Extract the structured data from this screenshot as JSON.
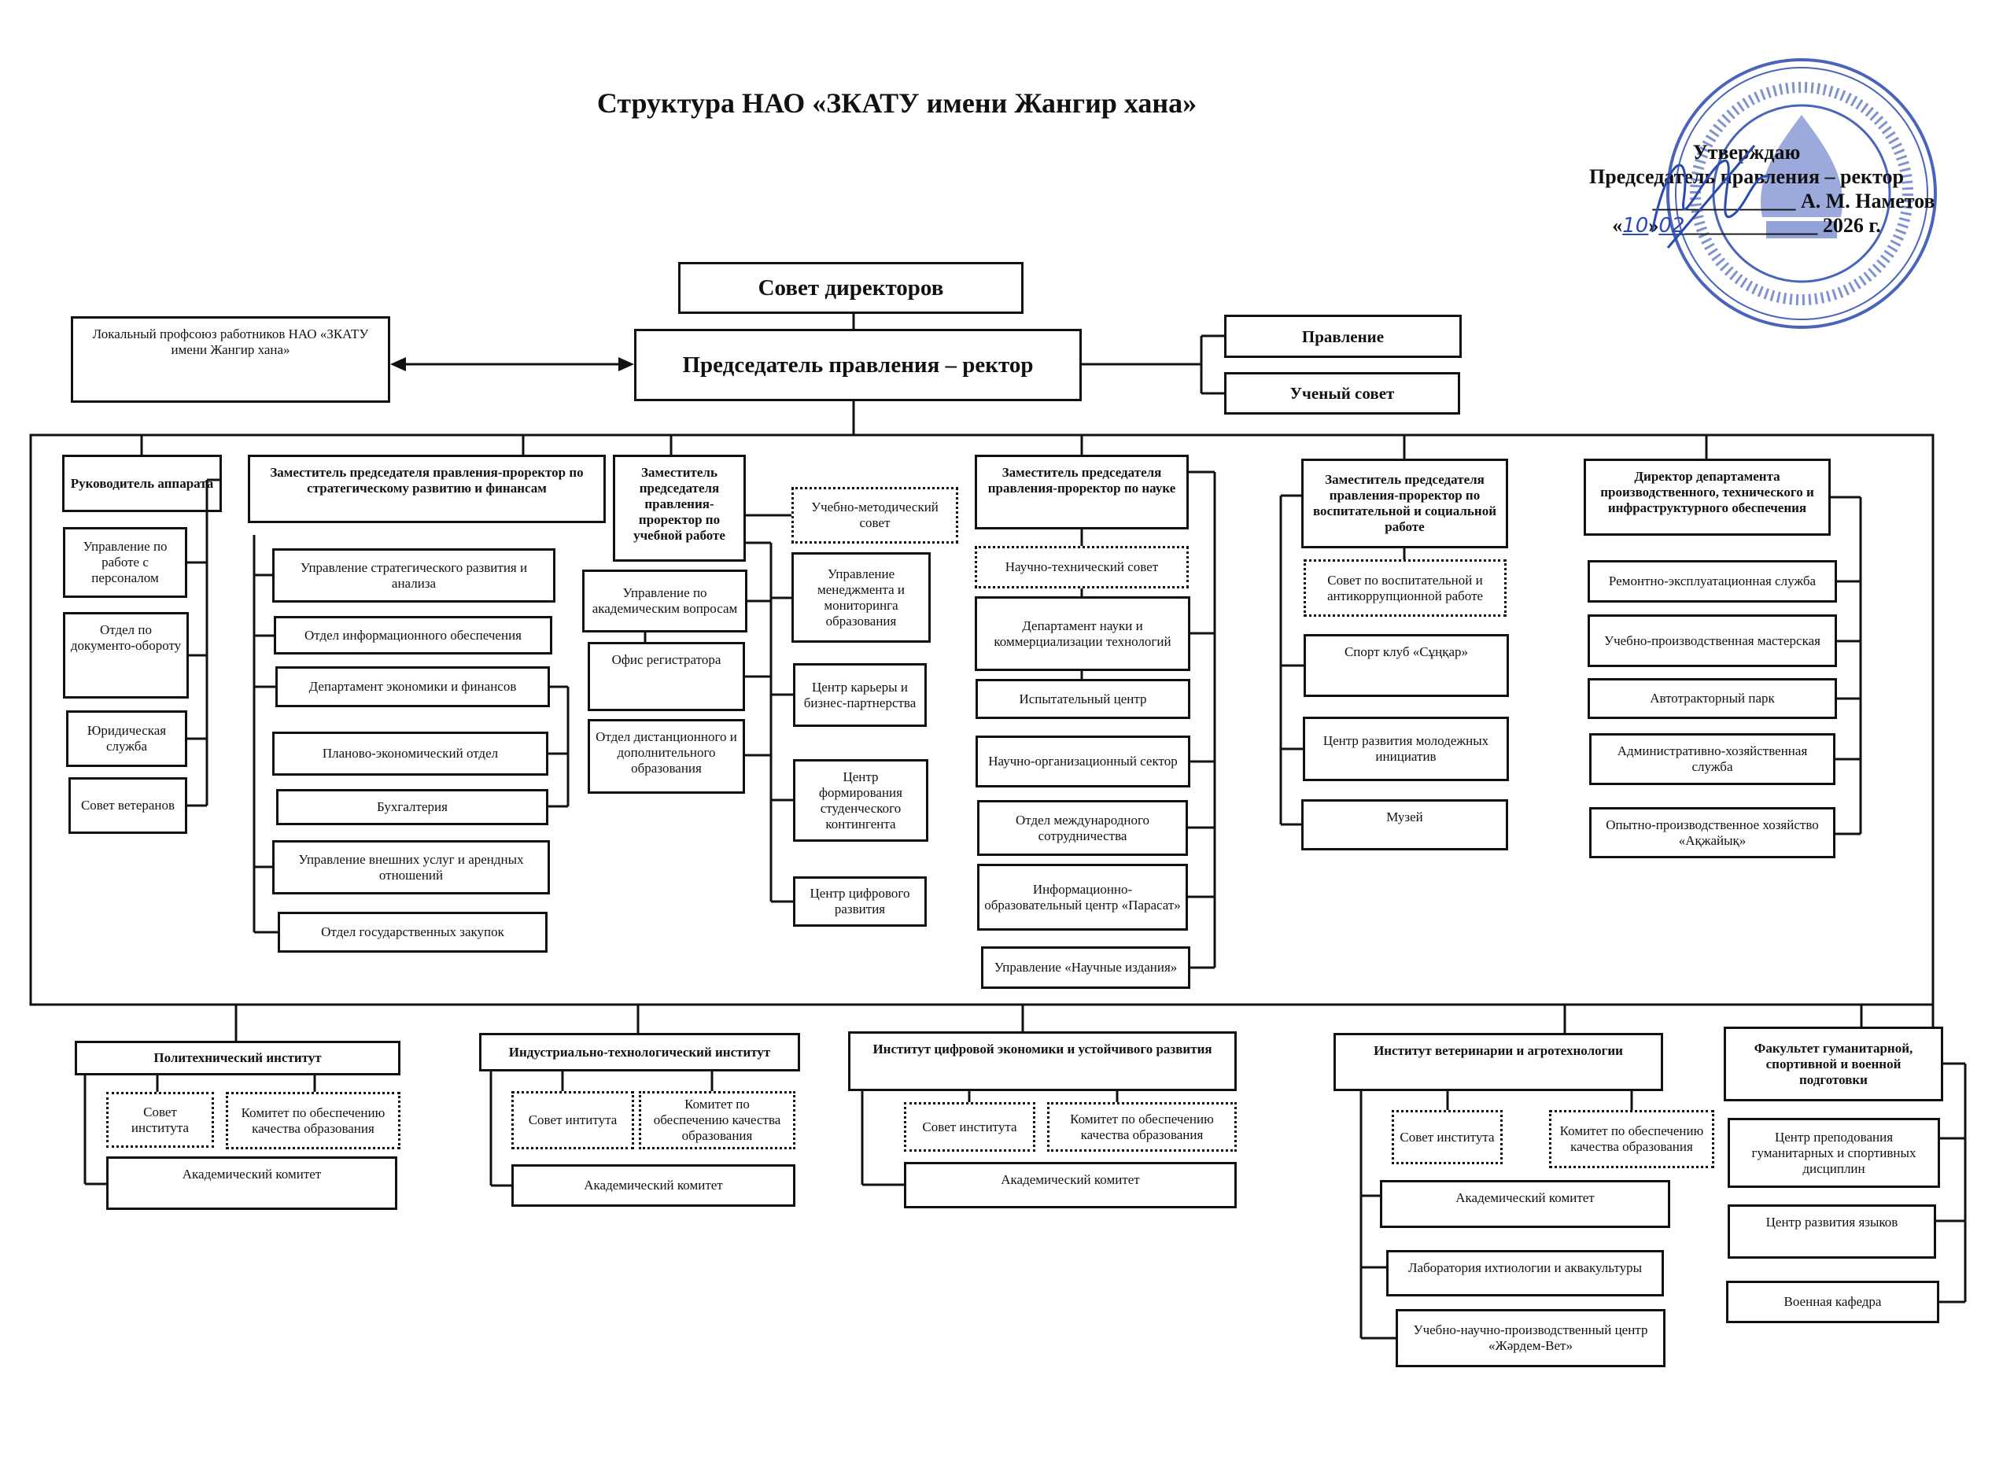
{
  "title": "Структура НАО «ЗКАТУ имени Жангир хана»",
  "approval": {
    "approve": "Утверждаю",
    "position": "Председатель правления – ректор",
    "name": "А. М. Наметов",
    "open_quote": "«",
    "day": "10",
    "close_quote": "»",
    "month": "02",
    "year": "2026 г."
  },
  "colors": {
    "stamp": "#2b49b0",
    "ink": "#111111"
  },
  "nodes": {
    "board": "Совет директоров",
    "union": "Локальный профсоюз работников НАО «ЗКАТУ имени Жангир хана»",
    "rector": "Председатель правления – ректор",
    "management_board": "Правление",
    "academic_council": "Ученый совет",
    "chief_of_staff": "Руководитель аппарата",
    "hr": "Управление по работе с персоналом",
    "docflow": "Отдел по документо-обороту",
    "legal": "Юридическая служба",
    "veterans": "Совет ветеранов",
    "vp_strategy": "Заместитель председателя правления-проректор по стратегическому развитию и финансам",
    "strategy_dept": "Управление стратегического развития и анализа",
    "it_dept": "Отдел информационного обеспечения",
    "econ_dept": "Департамент экономики и финансов",
    "planning_dept": "Планово-экономический отдел",
    "accounting": "Бухгалтерия",
    "external_services": "Управление внешних услуг и арендных отношений",
    "procurement": "Отдел государственных закупок",
    "vp_academic": "Заместитель председателя правления-проректор по учебной работе",
    "academic_affairs": "Управление по академическим вопросам",
    "registrar": "Офис регистратора",
    "distance_ed": "Отдел дистанционного и дополнительного образования",
    "methodical_council": "Учебно-методический совет",
    "quality_mgmt": "Управление менеджмента и мониторинга образования",
    "career_center": "Центр карьеры и бизнес-партнерства",
    "enrollment_center": "Центр формирования студенческого контингента",
    "digital_center": "Центр цифрового развития",
    "vp_science": "Заместитель председателя правления-проректор по науке",
    "sci_tech_council": "Научно-технический совет",
    "science_dept": "Департамент науки и коммерциализации технологий",
    "testing_center": "Испытательный центр",
    "sci_org_sector": "Научно-организационный сектор",
    "intl_dept": "Отдел международного сотрудничества",
    "parasat": "Информационно-образовательный центр «Парасат»",
    "publications": "Управление «Научные издания»",
    "vp_social": "Заместитель председателя правления-проректор по воспитательной и социальной работе",
    "anticorruption_council": "Совет по воспитательной и антикоррупционной работе",
    "sport_club": "Спорт клуб «Сұңқар»",
    "youth_center": "Центр развития молодежных инициатив",
    "museum": "Музей",
    "infra_director": "Директор департамента производственного, технического и инфраструктурного обеспечения",
    "maintenance": "Ремонтно-эксплуатационная служба",
    "workshop": "Учебно-производственная мастерская",
    "motor_park": "Автотракторный парк",
    "admin_service": "Административно-хозяйственная служба",
    "farm": "Опытно-производственное хозяйство «Ақжайық»",
    "poly_inst": "Политехнический институт",
    "poly_council": "Совет института",
    "poly_quality": "Комитет по обеспечению качества образования",
    "poly_academic": "Академический комитет",
    "ind_inst": "Индустриально-технологический институт",
    "ind_council": "Совет интитута",
    "ind_quality": "Комитет по обеспечению качества образования",
    "ind_academic": "Академический комитет",
    "dig_inst": "Институт цифровой экономики и устойчивого развития",
    "dig_council": "Совет института",
    "dig_quality": "Комитет по обеспечению качества образования",
    "dig_academic": "Академический комитет",
    "vet_inst": "Институт ветеринарии и агротехнологии",
    "vet_council": "Совет института",
    "vet_quality": "Комитет по обеспечению качества образования",
    "vet_academic": "Академический комитет",
    "ichthyology_lab": "Лаборатория ихтиологии и аквакультуры",
    "zhardem_vet": "Учебно-научно-производственный центр «Жәрдем-Вет»",
    "hum_faculty": "Факультет гуманитарной, спортивной и военной подготовки",
    "hum_center": "Центр преподования гуманитарных и спортивных дисциплин",
    "lang_center": "Центр развития языков",
    "military_dept": "Военная кафедра"
  }
}
